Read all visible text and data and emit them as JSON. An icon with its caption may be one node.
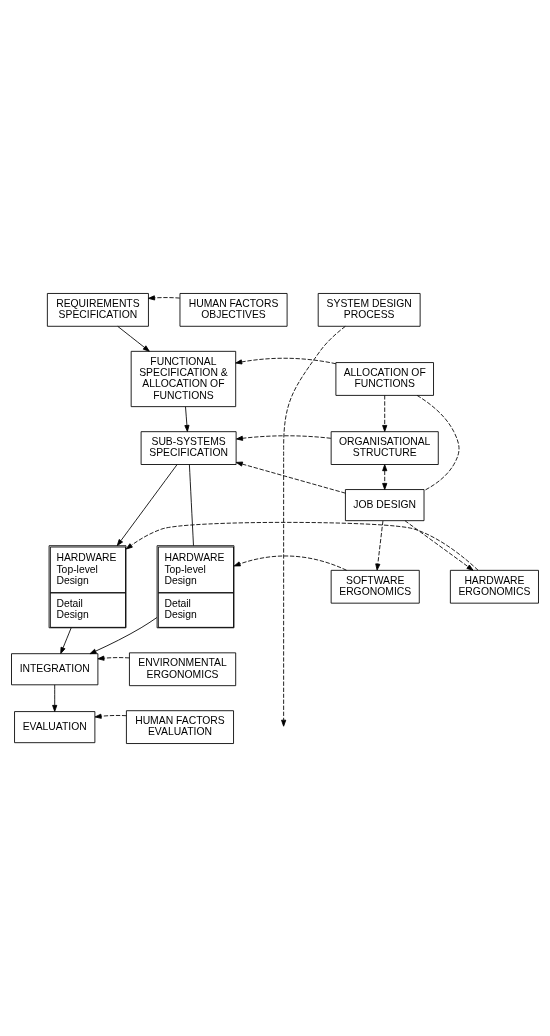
{
  "diagram": {
    "nodes": [
      {
        "text": [
          "SYSTEM DESIGN PROCESS"
        ]
      },
      {
        "text": [
          "REQUIREMENTS SPECIFICATION"
        ]
      },
      {
        "text": [
          "HUMAN FACTORS OBJECTIVES"
        ]
      },
      {
        "text": [
          "FUNCTIONAL SPECIFICATION & ALLOCATION OF FUNCTIONS"
        ]
      },
      {
        "text": [
          "ALLOCATION OF FUNCTIONS"
        ]
      },
      {
        "text": [
          "SUB-SYSTEMS SPECIFICATION"
        ]
      },
      {
        "text": [
          "ORGANISATIONAL STRUCTURE"
        ]
      },
      {
        "text": [
          "JOB DESIGN"
        ]
      },
      {
        "text": [
          "HARDWARE Top-level Design",
          "Detail Design"
        ]
      },
      {
        "text": [
          "HARDWARE ERGONOMICS"
        ]
      },
      {
        "text": [
          "HARDWARE Top-level Design",
          "Detail Design"
        ]
      },
      {
        "text": [
          "SOFTWARE ERGONOMICS"
        ]
      },
      {
        "text": [
          "INTEGRATION"
        ]
      },
      {
        "text": [
          "ENVIRONMENTAL ERGONOMICS"
        ]
      },
      {
        "text": [
          "EVALUATION"
        ]
      },
      {
        "text": [
          "HUMAN FACTORS EVALUATION"
        ]
      }
    ],
    "edges": [
      {
        "from": 0,
        "to": null,
        "arrow": "to",
        "style": "dashed"
      },
      {
        "from": 2,
        "to": 1,
        "arrow": "to",
        "style": "dashed"
      },
      {
        "from": 1,
        "to": 3,
        "arrow": "to"
      },
      {
        "from": 4,
        "to": 3,
        "arrow": "to",
        "style": "dashed"
      },
      {
        "from": 3,
        "to": 5,
        "arrow": "to"
      },
      {
        "from": 4,
        "to": 6,
        "arrow": "to",
        "style": "dashed"
      },
      {
        "from": 6,
        "to": 5,
        "arrow": "to",
        "style": "dashed"
      },
      {
        "from": 4,
        "to": 7,
        "arrow": "none",
        "style": "dashed"
      },
      {
        "from": 6,
        "to": 7,
        "arrow": "both",
        "style": "dashed"
      },
      {
        "from": 7,
        "to": 5,
        "arrow": "to",
        "style": "dashed"
      },
      {
        "from": 5,
        "to": 8,
        "arrow": "to"
      },
      {
        "from": 5,
        "to": 10,
        "arrow": "none"
      },
      {
        "from": 7,
        "to": 9,
        "arrow": "to",
        "style": "dashed"
      },
      {
        "from": 9,
        "to": 8,
        "arrow": "to",
        "style": "dashed"
      },
      {
        "from": 7,
        "to": 11,
        "arrow": "to",
        "style": "dashed"
      },
      {
        "from": 11,
        "to": 10,
        "arrow": "to",
        "style": "dashed"
      },
      {
        "from": 8,
        "to": 12,
        "arrow": "to"
      },
      {
        "from": 10,
        "to": 12,
        "arrow": "to"
      },
      {
        "from": 13,
        "to": 12,
        "arrow": "to",
        "style": "dashed"
      },
      {
        "from": 12,
        "to": 14,
        "arrow": "to"
      },
      {
        "from": 15,
        "to": 14,
        "arrow": "to",
        "style": "dashed"
      }
    ]
  }
}
